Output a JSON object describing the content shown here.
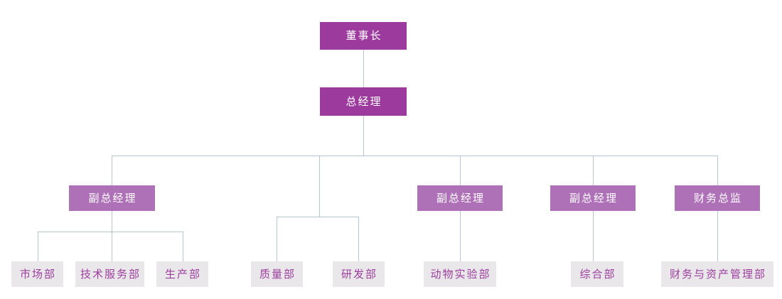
{
  "page": {
    "background": "#FFFFFF",
    "description": "公司组织架构图"
  },
  "colors": {
    "primary_box": "#9C3A9E",
    "secondary_box": "#AE70B6",
    "box_text": "#FFFFFF",
    "leaf_box_bg": "#E9E7E9",
    "leaf_text": "#9C3E9E",
    "connector": "#B4C6CF"
  },
  "org_chart": {
    "type": "org-tree",
    "levels": 4,
    "nodes": [
      {
        "id": "chairman",
        "label": "董事长",
        "level": 1,
        "style": "primary",
        "parent": null
      },
      {
        "id": "general-manager",
        "label": "总经理",
        "level": 2,
        "style": "primary",
        "parent": "chairman"
      },
      {
        "id": "vice-gm-1",
        "label": "副总经理",
        "level": 3,
        "style": "secondary",
        "parent": "general-manager"
      },
      {
        "id": "vice-gm-2",
        "label": "副总经理",
        "level": 3,
        "style": "secondary",
        "parent": "general-manager"
      },
      {
        "id": "vice-gm-3",
        "label": "副总经理",
        "level": 3,
        "style": "secondary",
        "parent": "general-manager"
      },
      {
        "id": "finance-director",
        "label": "财务总监",
        "level": 3,
        "style": "secondary",
        "parent": "general-manager"
      },
      {
        "id": "dept-market",
        "label": "市场部",
        "level": 4,
        "style": "leaf",
        "parent": "vice-gm-1"
      },
      {
        "id": "dept-tech-service",
        "label": "技术服务部",
        "level": 4,
        "style": "leaf",
        "parent": "vice-gm-1"
      },
      {
        "id": "dept-production",
        "label": "生产部",
        "level": 4,
        "style": "leaf",
        "parent": "vice-gm-1"
      },
      {
        "id": "dept-quality",
        "label": "质量部",
        "level": 4,
        "style": "leaf",
        "parent": "general-manager"
      },
      {
        "id": "dept-rnd",
        "label": "研发部",
        "level": 4,
        "style": "leaf",
        "parent": "general-manager"
      },
      {
        "id": "dept-animal-lab",
        "label": "动物实验部",
        "level": 4,
        "style": "leaf",
        "parent": "vice-gm-2"
      },
      {
        "id": "dept-general",
        "label": "综合部",
        "level": 4,
        "style": "leaf",
        "parent": "vice-gm-3"
      },
      {
        "id": "dept-finance-asset",
        "label": "财务与资产管理部",
        "level": 4,
        "style": "leaf",
        "parent": "finance-director"
      }
    ]
  }
}
